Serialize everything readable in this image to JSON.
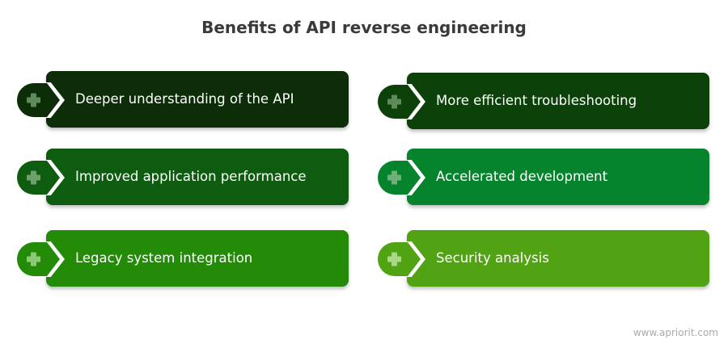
{
  "title": "Benefits of API reverse engineering",
  "benefits": [
    {
      "label": "Deeper understanding of the API",
      "color": "#0d2d08",
      "icon_color": "#5f8a5a"
    },
    {
      "label": "More efficient troubleshooting",
      "color": "#0c420a",
      "icon_color": "#5f8a5a"
    },
    {
      "label": "Improved application performance",
      "color": "#0e5c10",
      "icon_color": "#6fa06a"
    },
    {
      "label": "Accelerated development",
      "color": "#05842d",
      "icon_color": "#6fb07a"
    },
    {
      "label": "Legacy system integration",
      "color": "#238b08",
      "icon_color": "#8ccb76"
    },
    {
      "label": "Security analysis",
      "color": "#52a313",
      "icon_color": "#a8d888"
    }
  ],
  "footer": "www.apriorit.com"
}
